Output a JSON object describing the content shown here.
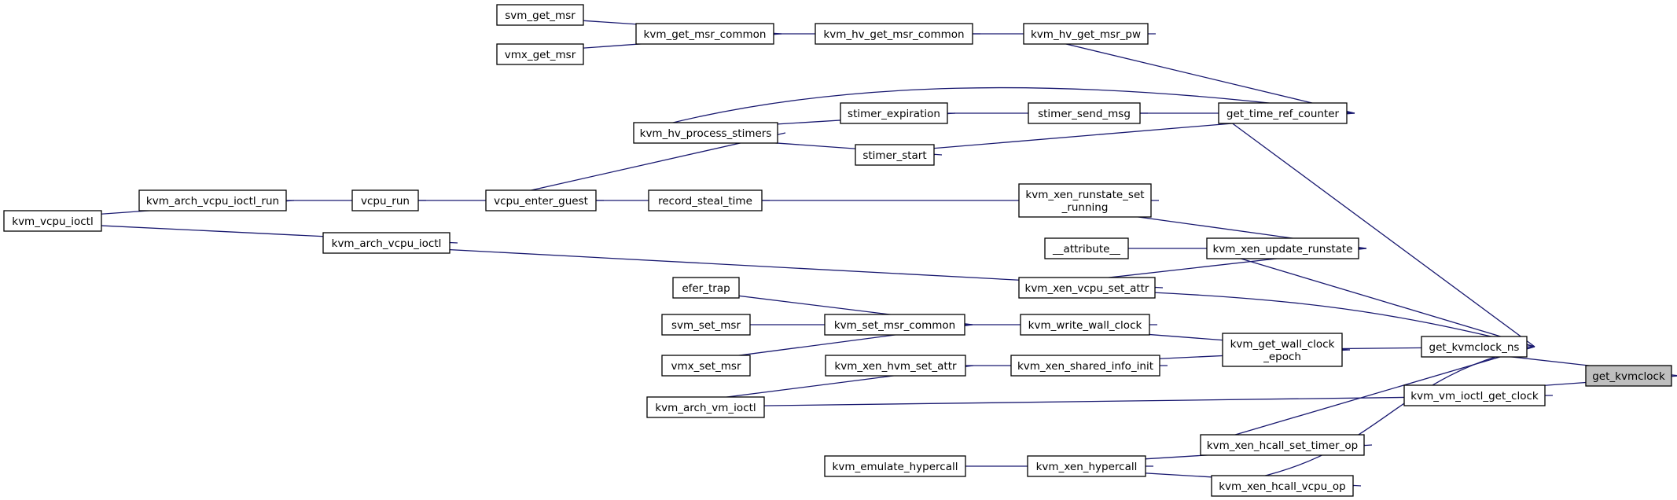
{
  "diagram": {
    "type": "call-graph",
    "accent_color": "#191970",
    "root_fill": "#bfbfbf",
    "nodes": [
      {
        "id": "svm_get_msr",
        "lines": [
          "svm_get_msr"
        ]
      },
      {
        "id": "vmx_get_msr",
        "lines": [
          "vmx_get_msr"
        ]
      },
      {
        "id": "kvm_get_msr_common",
        "lines": [
          "kvm_get_msr_common"
        ]
      },
      {
        "id": "kvm_hv_get_msr_common",
        "lines": [
          "kvm_hv_get_msr_common"
        ]
      },
      {
        "id": "kvm_hv_get_msr_pw",
        "lines": [
          "kvm_hv_get_msr_pw"
        ]
      },
      {
        "id": "stimer_expiration",
        "lines": [
          "stimer_expiration"
        ]
      },
      {
        "id": "stimer_send_msg",
        "lines": [
          "stimer_send_msg"
        ]
      },
      {
        "id": "get_time_ref_counter",
        "lines": [
          "get_time_ref_counter"
        ]
      },
      {
        "id": "kvm_hv_process_stimers",
        "lines": [
          "kvm_hv_process_stimers"
        ]
      },
      {
        "id": "stimer_start",
        "lines": [
          "stimer_start"
        ]
      },
      {
        "id": "kvm_vcpu_ioctl",
        "lines": [
          "kvm_vcpu_ioctl"
        ]
      },
      {
        "id": "kvm_arch_vcpu_ioctl_run",
        "lines": [
          "kvm_arch_vcpu_ioctl_run"
        ]
      },
      {
        "id": "vcpu_run",
        "lines": [
          "vcpu_run"
        ]
      },
      {
        "id": "vcpu_enter_guest",
        "lines": [
          "vcpu_enter_guest"
        ]
      },
      {
        "id": "record_steal_time",
        "lines": [
          "record_steal_time"
        ]
      },
      {
        "id": "kvm_xen_runstate_set_running",
        "lines": [
          "kvm_xen_runstate_set",
          "_running"
        ]
      },
      {
        "id": "kvm_arch_vcpu_ioctl",
        "lines": [
          "kvm_arch_vcpu_ioctl"
        ]
      },
      {
        "id": "__attribute__",
        "lines": [
          "__attribute__"
        ]
      },
      {
        "id": "kvm_xen_update_runstate",
        "lines": [
          "kvm_xen_update_runstate"
        ]
      },
      {
        "id": "kvm_xen_vcpu_set_attr",
        "lines": [
          "kvm_xen_vcpu_set_attr"
        ]
      },
      {
        "id": "efer_trap",
        "lines": [
          "efer_trap"
        ]
      },
      {
        "id": "svm_set_msr",
        "lines": [
          "svm_set_msr"
        ]
      },
      {
        "id": "kvm_set_msr_common",
        "lines": [
          "kvm_set_msr_common"
        ]
      },
      {
        "id": "kvm_write_wall_clock",
        "lines": [
          "kvm_write_wall_clock"
        ]
      },
      {
        "id": "vmx_set_msr",
        "lines": [
          "vmx_set_msr"
        ]
      },
      {
        "id": "kvm_xen_hvm_set_attr",
        "lines": [
          "kvm_xen_hvm_set_attr"
        ]
      },
      {
        "id": "kvm_xen_shared_info_init",
        "lines": [
          "kvm_xen_shared_info_init"
        ]
      },
      {
        "id": "kvm_get_wall_clock_epoch",
        "lines": [
          "kvm_get_wall_clock",
          "_epoch"
        ]
      },
      {
        "id": "get_kvmclock_ns",
        "lines": [
          "get_kvmclock_ns"
        ]
      },
      {
        "id": "get_kvmclock",
        "lines": [
          "get_kvmclock"
        ],
        "root": true
      },
      {
        "id": "kvm_arch_vm_ioctl",
        "lines": [
          "kvm_arch_vm_ioctl"
        ]
      },
      {
        "id": "kvm_vm_ioctl_get_clock",
        "lines": [
          "kvm_vm_ioctl_get_clock"
        ]
      },
      {
        "id": "kvm_xen_hcall_set_timer_op",
        "lines": [
          "kvm_xen_hcall_set_timer_op"
        ]
      },
      {
        "id": "kvm_emulate_hypercall",
        "lines": [
          "kvm_emulate_hypercall"
        ]
      },
      {
        "id": "kvm_xen_hypercall",
        "lines": [
          "kvm_xen_hypercall"
        ]
      },
      {
        "id": "kvm_xen_hcall_vcpu_op",
        "lines": [
          "kvm_xen_hcall_vcpu_op"
        ]
      }
    ],
    "edges": [
      {
        "from": "svm_get_msr",
        "to": "kvm_get_msr_common"
      },
      {
        "from": "vmx_get_msr",
        "to": "kvm_get_msr_common"
      },
      {
        "from": "kvm_get_msr_common",
        "to": "kvm_hv_get_msr_common"
      },
      {
        "from": "kvm_hv_get_msr_common",
        "to": "kvm_hv_get_msr_pw"
      },
      {
        "from": "kvm_hv_get_msr_pw",
        "to": "get_time_ref_counter"
      },
      {
        "from": "kvm_hv_process_stimers",
        "to": "get_time_ref_counter"
      },
      {
        "from": "kvm_hv_process_stimers",
        "to": "stimer_expiration"
      },
      {
        "from": "kvm_hv_process_stimers",
        "to": "stimer_start"
      },
      {
        "from": "stimer_expiration",
        "to": "stimer_send_msg"
      },
      {
        "from": "stimer_send_msg",
        "to": "get_time_ref_counter"
      },
      {
        "from": "stimer_start",
        "to": "get_time_ref_counter"
      },
      {
        "from": "get_time_ref_counter",
        "to": "get_kvmclock_ns"
      },
      {
        "from": "kvm_vcpu_ioctl",
        "to": "kvm_arch_vcpu_ioctl_run"
      },
      {
        "from": "kvm_vcpu_ioctl",
        "to": "kvm_arch_vcpu_ioctl"
      },
      {
        "from": "kvm_arch_vcpu_ioctl_run",
        "to": "vcpu_run"
      },
      {
        "from": "vcpu_run",
        "to": "vcpu_enter_guest"
      },
      {
        "from": "vcpu_enter_guest",
        "to": "kvm_hv_process_stimers"
      },
      {
        "from": "vcpu_enter_guest",
        "to": "record_steal_time"
      },
      {
        "from": "record_steal_time",
        "to": "kvm_xen_runstate_set_running"
      },
      {
        "from": "kvm_xen_runstate_set_running",
        "to": "kvm_xen_update_runstate"
      },
      {
        "from": "__attribute__",
        "to": "kvm_xen_update_runstate"
      },
      {
        "from": "kvm_xen_vcpu_set_attr",
        "to": "kvm_xen_update_runstate"
      },
      {
        "from": "kvm_arch_vcpu_ioctl",
        "to": "kvm_xen_vcpu_set_attr"
      },
      {
        "from": "kvm_xen_update_runstate",
        "to": "get_kvmclock_ns"
      },
      {
        "from": "kvm_xen_vcpu_set_attr",
        "to": "get_kvmclock_ns"
      },
      {
        "from": "efer_trap",
        "to": "kvm_set_msr_common"
      },
      {
        "from": "svm_set_msr",
        "to": "kvm_set_msr_common"
      },
      {
        "from": "vmx_set_msr",
        "to": "kvm_set_msr_common"
      },
      {
        "from": "kvm_set_msr_common",
        "to": "kvm_write_wall_clock"
      },
      {
        "from": "kvm_write_wall_clock",
        "to": "kvm_get_wall_clock_epoch"
      },
      {
        "from": "kvm_arch_vm_ioctl",
        "to": "kvm_xen_hvm_set_attr"
      },
      {
        "from": "kvm_xen_hvm_set_attr",
        "to": "kvm_xen_shared_info_init"
      },
      {
        "from": "kvm_xen_shared_info_init",
        "to": "kvm_get_wall_clock_epoch"
      },
      {
        "from": "kvm_get_wall_clock_epoch",
        "to": "get_kvmclock_ns"
      },
      {
        "from": "kvm_arch_vm_ioctl",
        "to": "kvm_vm_ioctl_get_clock"
      },
      {
        "from": "kvm_vm_ioctl_get_clock",
        "to": "get_kvmclock"
      },
      {
        "from": "get_kvmclock_ns",
        "to": "get_kvmclock"
      },
      {
        "from": "kvm_emulate_hypercall",
        "to": "kvm_xen_hypercall"
      },
      {
        "from": "kvm_xen_hypercall",
        "to": "kvm_xen_hcall_set_timer_op"
      },
      {
        "from": "kvm_xen_hypercall",
        "to": "kvm_xen_hcall_vcpu_op"
      },
      {
        "from": "kvm_xen_hcall_set_timer_op",
        "to": "get_kvmclock_ns"
      },
      {
        "from": "kvm_xen_hcall_vcpu_op",
        "to": "get_kvmclock_ns"
      }
    ]
  }
}
